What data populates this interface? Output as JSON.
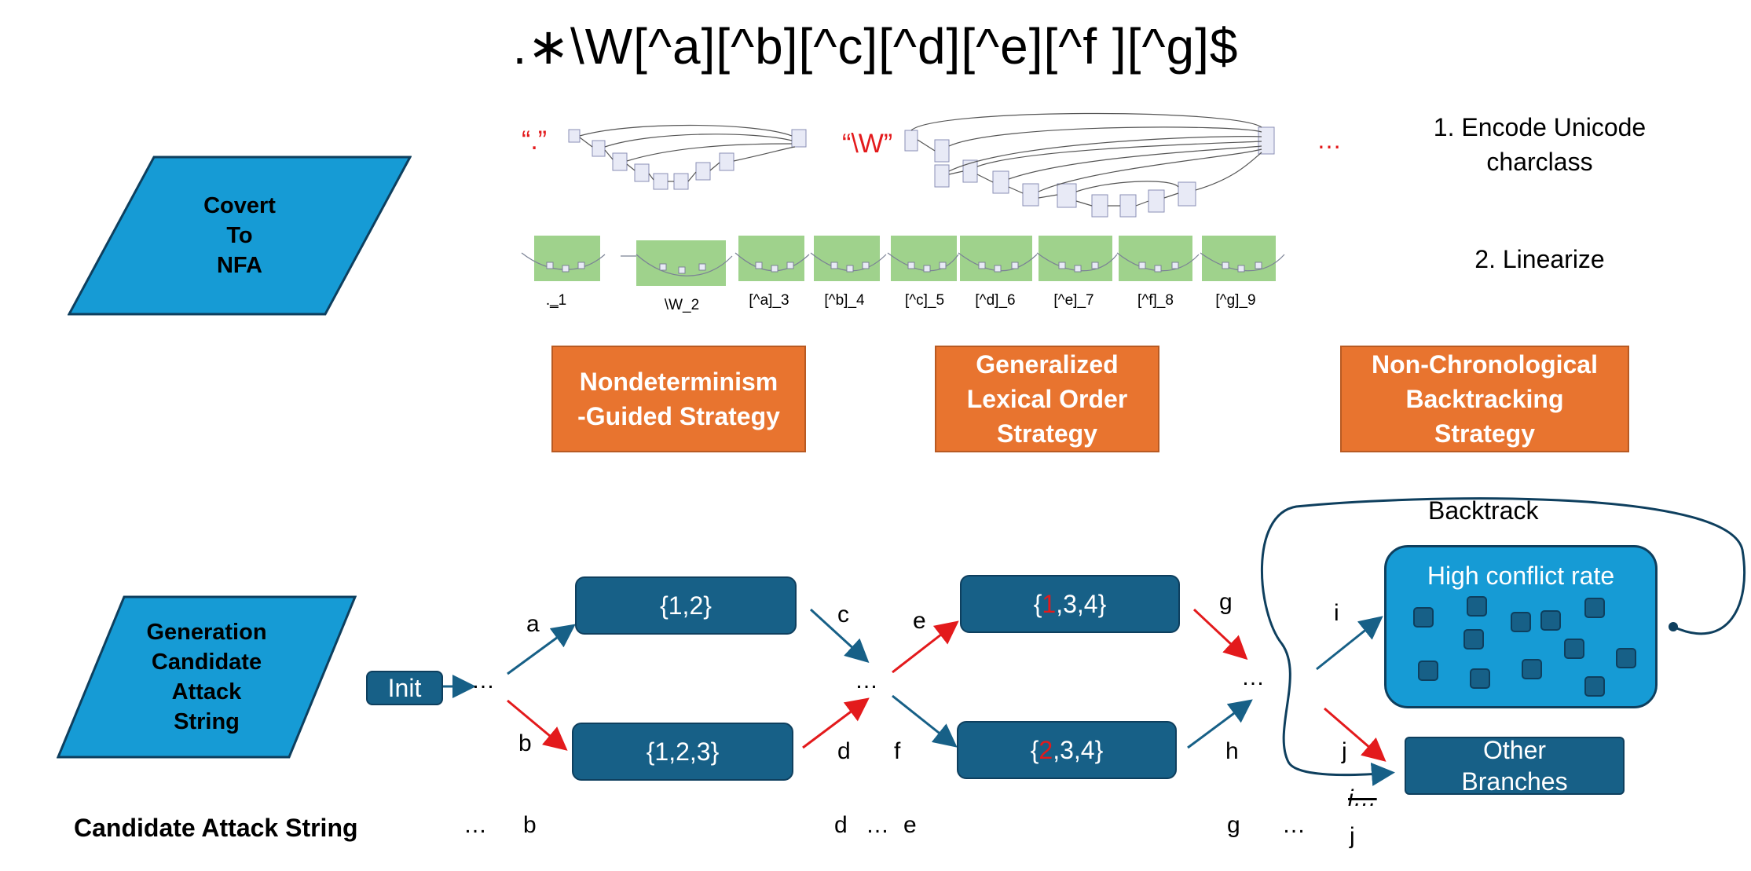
{
  "title_regex": ".∗\\W[^a][^b][^c][^d][^e][^f ][^g]$",
  "left_shapes": {
    "convert": "Covert\nTo\nNFA",
    "generation": "Generation\nCandidate\nAttack\nString"
  },
  "steps": {
    "step1": "1. Encode Unicode\ncharclass",
    "step2": "2. Linearize"
  },
  "nfa_snippets": {
    "dot_label": "“.”",
    "w_label": "“\\W”",
    "ellipsis": "…"
  },
  "linearized_labels": [
    ".‗1",
    "\\W_2",
    "[^a]_3",
    "[^b]_4",
    "[^c]_5",
    "[^d]_6",
    "[^e]_7",
    "[^f]_8",
    "[^g]_9"
  ],
  "strategies": [
    "Nondeterminism\n-Guided Strategy",
    "Generalized\nLexical Order\nStrategy",
    "Non-Chronological\nBacktracking\nStrategy"
  ],
  "search": {
    "init": "Init",
    "ellipsis": "…",
    "state_12": "{1,2}",
    "state_123": "{1,2,3}",
    "state_134_first": "1",
    "state_134_rest": ",3,4}",
    "state_234_first": "2",
    "state_234_rest": ",3,4}",
    "brace_open": "{",
    "edges": {
      "a": "a",
      "b": "b",
      "c": "c",
      "d": "d",
      "e": "e",
      "f": "f",
      "g": "g",
      "h": "h",
      "i": "i",
      "j": "j"
    },
    "backtrack": "Backtrack",
    "high_conflict": "High conflict rate",
    "other_branches": "Other\nBranches"
  },
  "candidate": {
    "label": "Candidate Attack String",
    "seq": [
      "…",
      "b",
      "d",
      "…",
      "e",
      "g",
      "…",
      "i…",
      "j"
    ]
  },
  "colors": {
    "blue": "#169BD5",
    "dark_blue": "#176087",
    "orange": "#E8742F",
    "red": "#E31A1C",
    "green": "#9FD28C"
  }
}
